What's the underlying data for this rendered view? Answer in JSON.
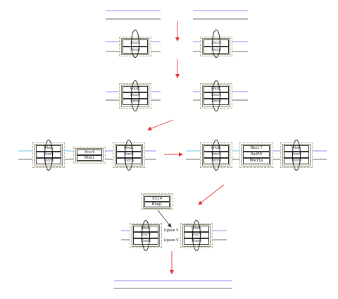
{
  "proteins": {
    "xrcc5": "Xrcc5",
    "xrcc6": "Xrcc6",
    "prkdc": "Prkdc",
    "xrcc4": "Xrcc4",
    "nhej1": "Nhej1",
    "nbs1": "Nbs1 ?",
    "rad50": "Rad50",
    "mre11a": "Mre11a",
    "lig4": "Ligase V"
  },
  "colors": {
    "dna_top": "#8b8ef0",
    "dna_top_cyan": "#6fc6e6",
    "dna_bottom": "#6b6b6b",
    "arrow": "#e23030"
  }
}
